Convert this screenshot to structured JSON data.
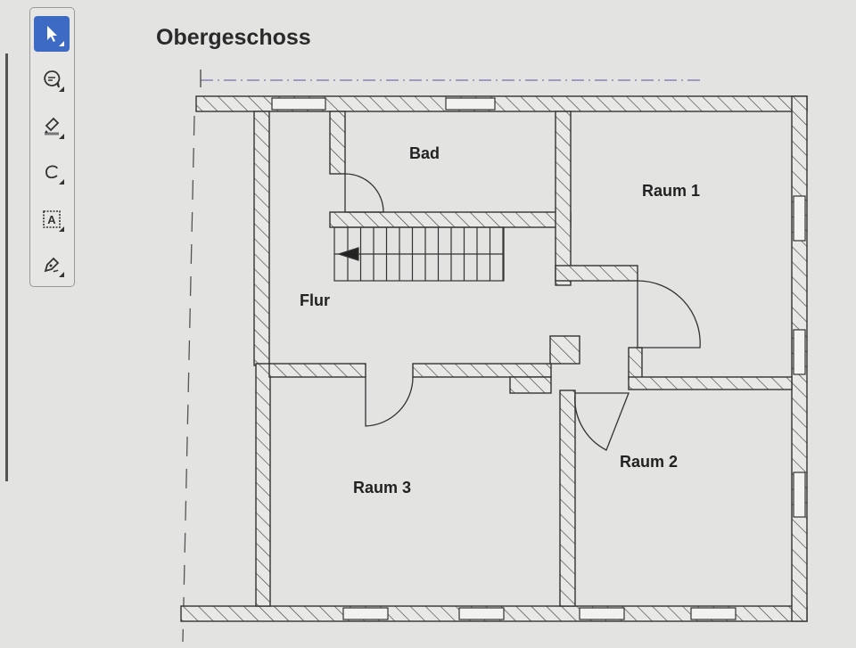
{
  "toolbar": {
    "tools": [
      {
        "name": "select",
        "icon": "cursor-arrow-icon",
        "active": true
      },
      {
        "name": "comment",
        "icon": "comment-icon",
        "active": false
      },
      {
        "name": "highlight",
        "icon": "highlighter-icon",
        "active": false
      },
      {
        "name": "draw",
        "icon": "freehand-draw-icon",
        "active": false
      },
      {
        "name": "text-box",
        "icon": "text-box-icon",
        "active": false
      },
      {
        "name": "sign",
        "icon": "pen-sign-icon",
        "active": false
      }
    ],
    "accent": "#3d6bc4"
  },
  "document": {
    "title": "Obergeschoss",
    "rooms": {
      "bad": "Bad",
      "raum1": "Raum 1",
      "flur": "Flur",
      "raum2": "Raum 2",
      "raum3": "Raum 3"
    }
  }
}
